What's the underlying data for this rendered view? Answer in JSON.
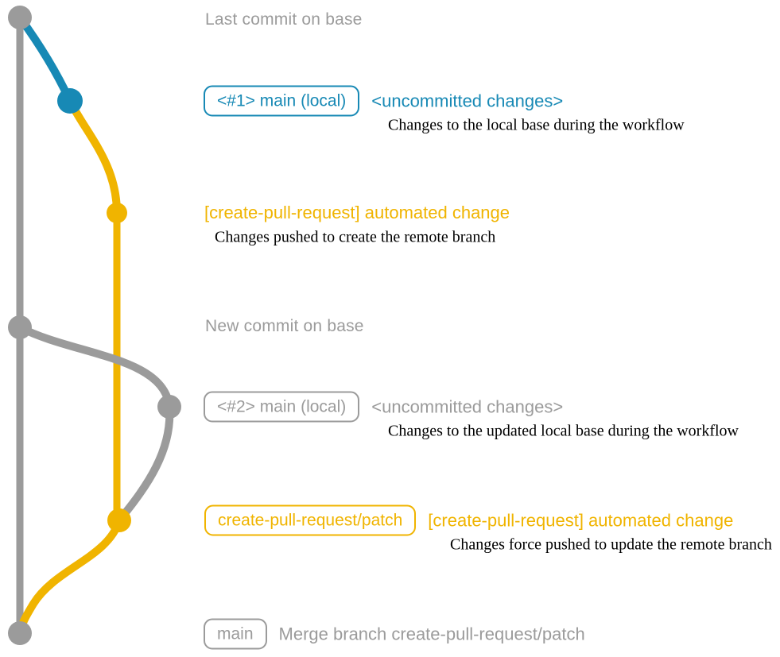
{
  "colors": {
    "gray": "#9B9B9B",
    "blue": "#1789B5",
    "yellow": "#F0B400",
    "caption_text": "#000000"
  },
  "graph": {
    "base_branch": "base",
    "nodes": [
      {
        "id": "last-commit-on-base",
        "color": "gray"
      },
      {
        "id": "local-main-1",
        "color": "blue"
      },
      {
        "id": "remote-branch-commit-1",
        "color": "yellow"
      },
      {
        "id": "new-commit-on-base",
        "color": "gray"
      },
      {
        "id": "local-main-2",
        "color": "gray"
      },
      {
        "id": "remote-branch-commit-2",
        "color": "yellow"
      },
      {
        "id": "merge-commit",
        "color": "gray"
      }
    ]
  },
  "rows": {
    "last_commit": {
      "label": "Last commit on base"
    },
    "row1": {
      "badge": "<#1> main (local)",
      "title": "<uncommitted changes>",
      "caption": "Changes to the local base during the workflow"
    },
    "row2": {
      "title": "[create-pull-request] automated change",
      "caption": "Changes pushed to create the remote branch"
    },
    "new_commit": {
      "label": "New commit on base"
    },
    "row3": {
      "badge": "<#2> main (local)",
      "title": "<uncommitted changes>",
      "caption": "Changes to the updated local base during the workflow"
    },
    "row4": {
      "badge": "create-pull-request/patch",
      "title": "[create-pull-request] automated change",
      "caption": "Changes force pushed to update the remote branch"
    },
    "row5": {
      "badge": "main",
      "title": "Merge branch create-pull-request/patch"
    }
  }
}
